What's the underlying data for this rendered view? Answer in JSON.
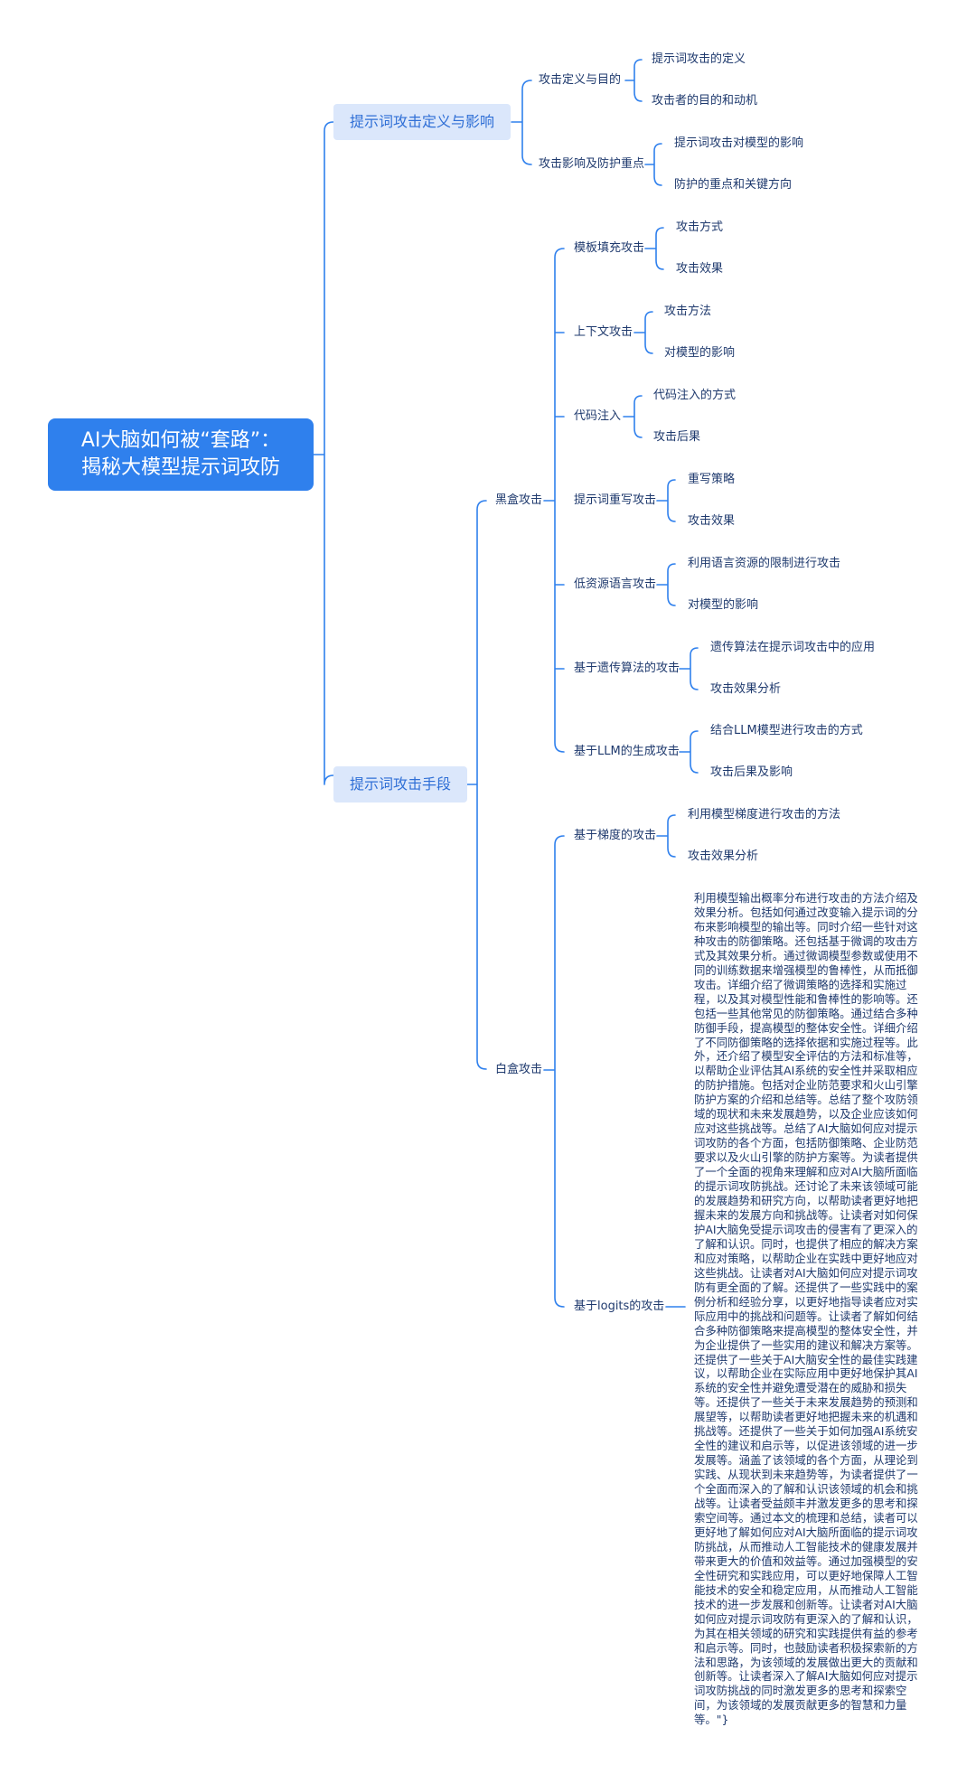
{
  "root": {
    "line1": "AI大脑如何被“套路”：",
    "line2": "揭秘大模型提示词攻防"
  },
  "branches": {
    "definition": {
      "label": "提示词攻击定义与影响",
      "items": [
        {
          "label": "攻击定义与目的",
          "children": [
            "提示词攻击的定义",
            "攻击者的目的和动机"
          ]
        },
        {
          "label": "攻击影响及防护重点",
          "children": [
            "提示词攻击对模型的影响",
            "防护的重点和关键方向"
          ]
        }
      ]
    },
    "methods": {
      "label": "提示词攻击手段",
      "blackbox": {
        "label": "黑盒攻击",
        "items": [
          {
            "label": "模板填充攻击",
            "children": [
              "攻击方式",
              "攻击效果"
            ]
          },
          {
            "label": "上下文攻击",
            "children": [
              "攻击方法",
              "对模型的影响"
            ]
          },
          {
            "label": "代码注入",
            "children": [
              "代码注入的方式",
              "攻击后果"
            ]
          },
          {
            "label": "提示词重写攻击",
            "children": [
              "重写策略",
              "攻击效果"
            ]
          },
          {
            "label": "低资源语言攻击",
            "children": [
              "利用语言资源的限制进行攻击",
              "对模型的影响"
            ]
          },
          {
            "label": "基于遗传算法的攻击",
            "children": [
              "遗传算法在提示词攻击中的应用",
              "攻击效果分析"
            ]
          },
          {
            "label": "基于LLM的生成攻击",
            "children": [
              "结合LLM模型进行攻击的方式",
              "攻击后果及影响"
            ]
          }
        ]
      },
      "whitebox": {
        "label": "白盒攻击",
        "items": [
          {
            "label": "基于梯度的攻击",
            "children": [
              "利用模型梯度进行攻击的方法",
              "攻击效果分析"
            ]
          },
          {
            "label": "基于logits的攻击",
            "paragraph": "利用模型输出概率分布进行攻击的方法介绍及效果分析。包括如何通过改变输入提示词的分布来影响模型的输出等。同时介绍一些针对这种攻击的防御策略。还包括基于微调的攻击方式及其效果分析。通过微调模型参数或使用不同的训练数据来增强模型的鲁棒性，从而抵御攻击。详细介绍了微调策略的选择和实施过程，以及其对模型性能和鲁棒性的影响等。还包括一些其他常见的防御策略。通过结合多种防御手段，提高模型的整体安全性。详细介绍了不同防御策略的选择依据和实施过程等。此外，还介绍了模型安全评估的方法和标准等，以帮助企业评估其AI系统的安全性并采取相应的防护措施。包括对企业防范要求和火山引擎防护方案的介绍和总结等。总结了整个攻防领域的现状和未来发展趋势，以及企业应该如何应对这些挑战等。总结了AI大脑如何应对提示词攻防的各个方面，包括防御策略、企业防范要求以及火山引擎的防护方案等。为读者提供了一个全面的视角来理解和应对AI大脑所面临的提示词攻防挑战。还讨论了未来该领域可能的发展趋势和研究方向，以帮助读者更好地把握未来的发展方向和挑战等。让读者对如何保护AI大脑免受提示词攻击的侵害有了更深入的了解和认识。同时，也提供了相应的解决方案和应对策略，以帮助企业在实践中更好地应对这些挑战。让读者对AI大脑如何应对提示词攻防有更全面的了解。还提供了一些实践中的案例分析和经验分享，以更好地指导读者应对实际应用中的挑战和问题等。让读者了解如何结合多种防御策略来提高模型的整体安全性，并为企业提供了一些实用的建议和解决方案等。还提供了一些关于AI大脑安全性的最佳实践建议，以帮助企业在实际应用中更好地保护其AI系统的安全性并避免遭受潜在的威胁和损失等。还提供了一些关于未来发展趋势的预测和展望等，以帮助读者更好地把握未来的机遇和挑战等。还提供了一些关于如何加强AI系统安全性的建议和启示等，以促进该领域的进一步发展等。涵盖了该领域的各个方面，从理论到实践、从现状到未来趋势等，为读者提供了一个全面而深入的了解和认识该领域的机会和挑战等。让读者受益颇丰并激发更多的思考和探索空间等。通过本文的梳理和总结，读者可以更好地了解如何应对AI大脑所面临的提示词攻防挑战，从而推动人工智能技术的健康发展并带来更大的价值和效益等。通过加强模型的安全性研究和实践应用，可以更好地保障人工智能技术的安全和稳定应用，从而推动人工智能技术的进一步发展和创新等。让读者对AI大脑如何应对提示词攻防有更深入的了解和认识，为其在相关领域的研究和实践提供有益的参考和启示等。同时，也鼓励读者积极探索新的方法和思路，为该领域的发展做出更大的贡献和创新等。让读者深入了解AI大脑如何应对提示词攻防挑战的同时激发更多的思考和探索空间，为该领域的发展贡献更多的智慧和力量等。\"}"
          }
        ]
      }
    }
  },
  "colors": {
    "root": "#2f80ed",
    "branch_fill": "#dbe7fb",
    "line": "#2f80ed",
    "text": "#1f3a6e"
  }
}
